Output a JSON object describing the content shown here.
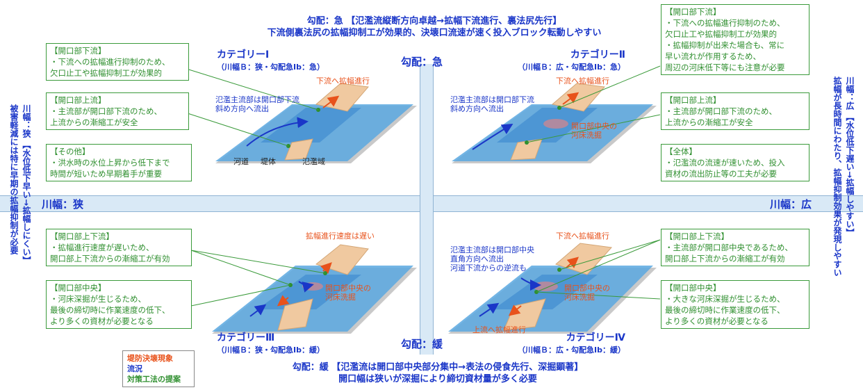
{
  "top_title": {
    "line1": "勾配：急 【氾濫流縦断方向卓越→拡幅下流進行、裏法尻先行】",
    "line2": "下流側裏法尻の拡幅抑制工が効果的、決壊口流速が速く投入ブロック転動しやすい"
  },
  "bottom_title": {
    "line1": "勾配：緩 【氾濫流は開口部中央部分集中→表法の侵食先行、深掘顕著】",
    "line2": "開口幅は狭いが深掘により締切資材量が多く必要"
  },
  "axes": {
    "top": "勾配：急",
    "bottom": "勾配：緩",
    "left": "川幅：狭",
    "right": "川幅：広",
    "left_vertical_1": "川幅：狭 【水位低下早い→拡幅しにくい】",
    "left_vertical_2": "被害軽減には特に早期の拡幅抑制が必要",
    "right_vertical_1": "川幅：広 【水位低下遅い→拡幅しやすい】",
    "right_vertical_2": "拡幅が長時間にわたり、拡幅抑制効果が発現しやすい"
  },
  "categories": {
    "c1": {
      "title": "カテゴリーⅠ",
      "sub": "（川幅Ｂ：狭・勾配急Ib：急）"
    },
    "c2": {
      "title": "カテゴリーⅡ",
      "sub": "（川幅Ｂ：広・勾配急Ib：急）"
    },
    "c3": {
      "title": "カテゴリーⅢ",
      "sub": "（川幅Ｂ：狭・勾配急Ib：緩）"
    },
    "c4": {
      "title": "カテゴリーⅣ",
      "sub": "（川幅Ｂ：広・勾配急Ib：緩）"
    }
  },
  "diagram_labels": {
    "q1_flow1": "氾濫主流部は開口部下流",
    "q1_flow2": "斜め方向へ流出",
    "q1_progress": "下流へ拡幅進行",
    "q1_river": "河道",
    "q1_levee": "堤体",
    "q1_flood": "氾濫域",
    "q2_flow1": "氾濫主流部は開口部下流",
    "q2_flow2": "斜め方向へ流出",
    "q2_progress": "下流へ拡幅進行",
    "q2_scour1": "開口部中央の",
    "q2_scour2": "河床洗掘",
    "q3_speed": "拡幅進行速度は遅い",
    "q3_scour1": "開口部中央の",
    "q3_scour2": "河床洗掘",
    "q4_flow1": "氾濫主流部は開口部中央",
    "q4_flow2": "直角方向へ流出",
    "q4_flow3": "河道下流からの逆流も",
    "q4_progress": "下流へ拡幅進行",
    "q4_up": "上流へ拡幅進行",
    "q4_scour1": "開口部中央の",
    "q4_scour2": "河床洗掘"
  },
  "boxes": {
    "b1": {
      "head": "【開口部下流】",
      "lines": [
        "・下流への拡幅進行抑制のため、",
        "欠口止工や拡幅抑制工が効果的"
      ]
    },
    "b2": {
      "head": "【開口部上流】",
      "lines": [
        "・主流部が開口部下流のため、",
        "上流からの漸縮工が安全"
      ]
    },
    "b3": {
      "head": "【その他】",
      "lines": [
        "・洪水時の水位上昇から低下まで",
        "時間が短いため早期着手が重要"
      ]
    },
    "b4": {
      "head": "【開口部下流】",
      "lines": [
        "・下流への拡幅進行抑制のため、",
        "欠口止工や拡幅抑制工が効果的",
        "・拡幅抑制が出来た場合も、常に",
        "早い流れが作用するため、",
        "周辺の河床低下等にも注意が必要"
      ]
    },
    "b5": {
      "head": "【開口部上流】",
      "lines": [
        "・主流部が開口部下流のため、",
        "上流からの漸縮工が安全"
      ]
    },
    "b6": {
      "head": "【全体】",
      "lines": [
        "・氾濫流の流速が速いため、投入",
        "資材の流出防止等の工夫が必要"
      ]
    },
    "b7": {
      "head": "【開口部上下流】",
      "lines": [
        "・拡幅進行速度が遅いため、",
        "開口部上下流からの漸縮工が有効"
      ]
    },
    "b8": {
      "head": "【開口部中央】",
      "lines": [
        "・河床深掘が生じるため、",
        "最後の締切時に作業速度の低下、",
        "より多くの資材が必要となる"
      ]
    },
    "b9": {
      "head": "【開口部上下流】",
      "lines": [
        "・主流部が開口部中央であるため、",
        "開口部上下流からの漸縮工が有効"
      ]
    },
    "b10": {
      "head": "【開口部中央】",
      "lines": [
        "・大きな河床深掘が生じるため、",
        "最後の締切時に作業速度の低下、",
        "より多くの資材が必要となる"
      ]
    }
  },
  "legend": {
    "item1": "堤防決壊現象",
    "item2": "流況",
    "item3": "対策工法の提案"
  },
  "colors": {
    "accent_blue": "#1a36c8",
    "green": "#2f8f2f",
    "orange": "#e8521b",
    "water": "#5aa8e0",
    "levee": "#f0c9a0"
  }
}
